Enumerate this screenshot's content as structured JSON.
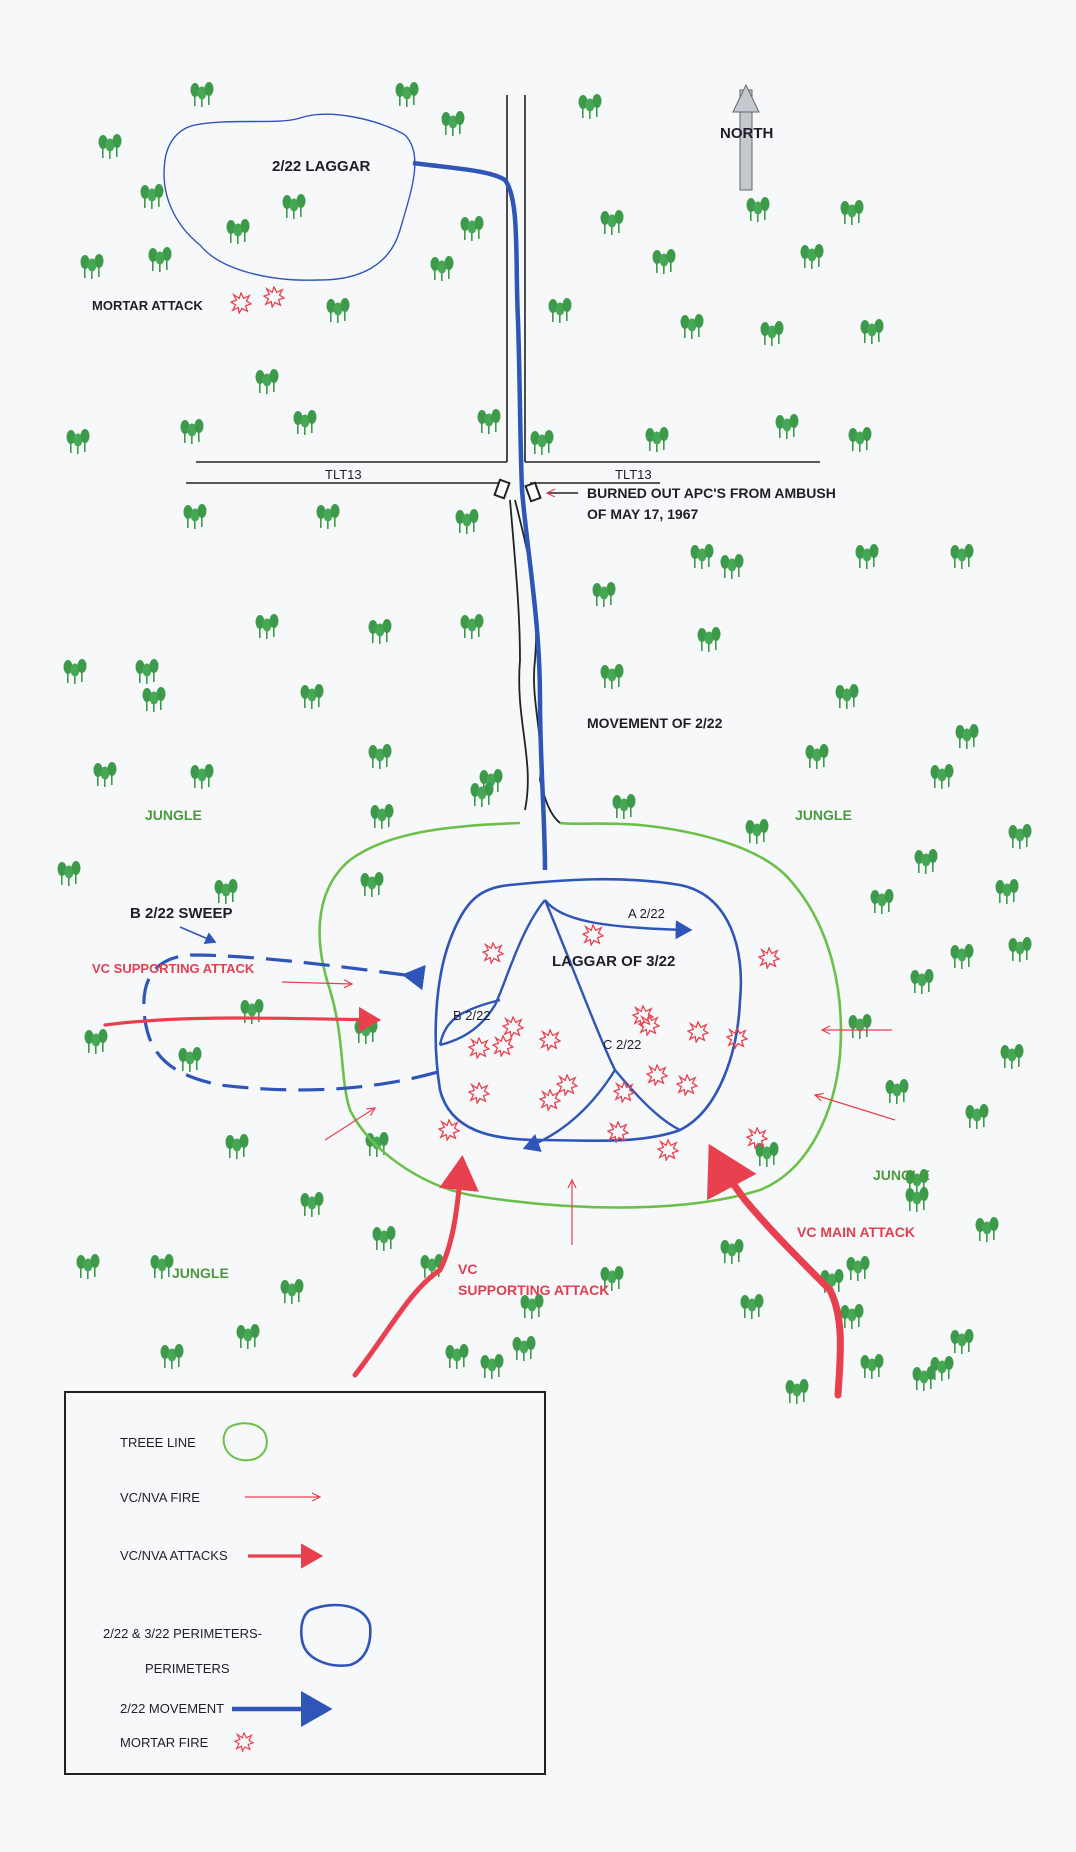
{
  "colors": {
    "tree_line": "#6cc04a",
    "movement": "#2f55b8",
    "perimeter": "#2f55b8",
    "vc": "#e8404e",
    "road": "#222222",
    "tree": "#3c9a4a",
    "label_green": "#4a9a3c"
  },
  "labels": {
    "north": "NORTH",
    "laggar_2_22": "2/22 LAGGAR",
    "mortar_attack": "MORTAR ATTACK",
    "tlt13_left": "TLT13",
    "tlt13_right": "TLT13",
    "burned_apc_line1": "BURNED OUT APC'S FROM AMBUSH",
    "burned_apc_line2": "OF MAY 17, 1967",
    "movement_2_22": "MOVEMENT OF 2/22",
    "jungle_nw": "JUNGLE",
    "jungle_ne": "JUNGLE",
    "jungle_e": "JUNGLE",
    "jungle_sw": "JUNGLE",
    "b_sweep": "B 2/22 SWEEP",
    "vc_supporting_left": "VC SUPPORTING ATTACK",
    "laggar_3_22": "LAGGAR OF 3/22",
    "a_2_22": "A 2/22",
    "b_2_22": "B 2/22",
    "c_2_22": "C 2/22",
    "vc_supporting_bottom_line1": "VC",
    "vc_supporting_bottom_line2": "SUPPORTING ATTACK",
    "vc_main_attack": "VC MAIN ATTACK"
  },
  "legend": {
    "tree_line": "TREEE LINE",
    "vc_fire": "VC/NVA FIRE",
    "vc_attacks": "VC/NVA ATTACKS",
    "perimeters_line1": "2/22 & 3/22  PERIMETERS-",
    "perimeters_line2": "PERIMETERS",
    "movement": "2/22 MOVEMENT",
    "mortar_fire": "MORTAR FIRE"
  },
  "icons": {
    "tree": "pine-tree-icon",
    "mortar": "mortar-burst-icon",
    "apc": "burned-apc-icon",
    "north": "north-arrow-icon"
  }
}
